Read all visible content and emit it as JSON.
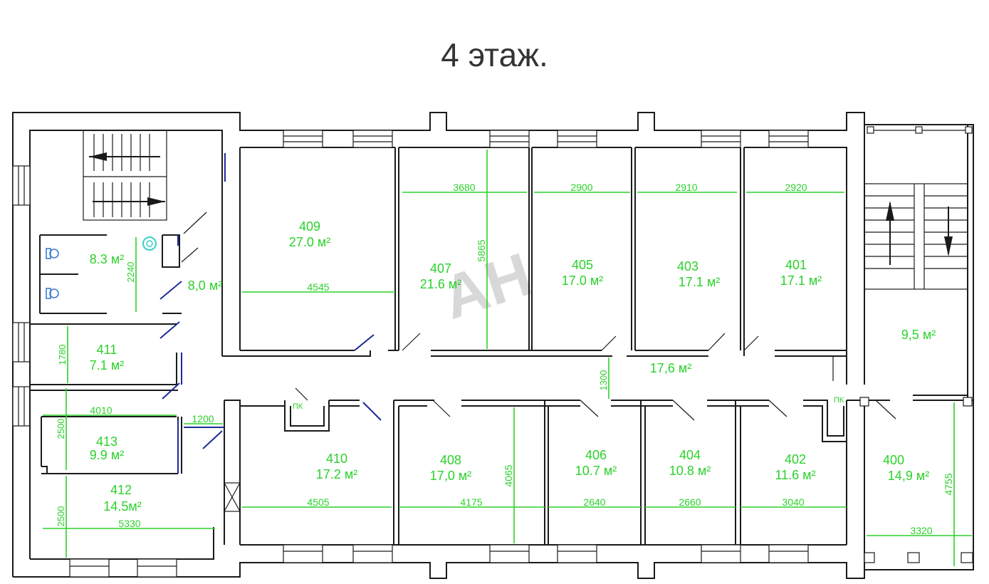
{
  "title": "4 этаж.",
  "watermark": "АН",
  "colors": {
    "label": "#2bd12b",
    "wall": "#1a1a1a",
    "door": "#1f2a9a",
    "title": "#333333"
  },
  "rooms": [
    {
      "num": "409",
      "area": "27.0 м²"
    },
    {
      "num": "407",
      "area": "21.6 м²"
    },
    {
      "num": "405",
      "area": "17.0 м²"
    },
    {
      "num": "403",
      "area": "17.1 м²"
    },
    {
      "num": "401",
      "area": "17.1 м²"
    },
    {
      "num": "411",
      "area": "7.1 м²"
    },
    {
      "num": "413",
      "area": "9.9 м²"
    },
    {
      "num": "412",
      "area": "14.5м²"
    },
    {
      "num": "410",
      "area": "17.2 м²"
    },
    {
      "num": "408",
      "area": "17,0 м²"
    },
    {
      "num": "406",
      "area": "10.7 м²"
    },
    {
      "num": "404",
      "area": "10.8 м²"
    },
    {
      "num": "402",
      "area": "11.6 м²"
    },
    {
      "num": "400",
      "area": "14,9 м²"
    }
  ],
  "areas": {
    "wc": "8.3 м²",
    "hall_small": "8,0 м²",
    "corridor": "17,6 м²",
    "stair_right": "9,5 м²"
  },
  "dimensions": {
    "d3680": "3680",
    "d2900": "2900",
    "d2910": "2910",
    "d2920": "2920",
    "d4545": "4545",
    "d5865": "5865",
    "d2240": "2240",
    "d1780": "1780",
    "d4010": "4010",
    "d2500a": "2500",
    "d1200": "1200",
    "d2500b": "2500",
    "d5330": "5330",
    "d1300": "1300",
    "d4505": "4505",
    "d4175": "4175",
    "d4065": "4065",
    "d2640": "2640",
    "d2660": "2660",
    "d3040": "3040",
    "d4755": "4755",
    "d3320": "3320"
  },
  "pk_labels": [
    "ПК",
    "ПК"
  ]
}
